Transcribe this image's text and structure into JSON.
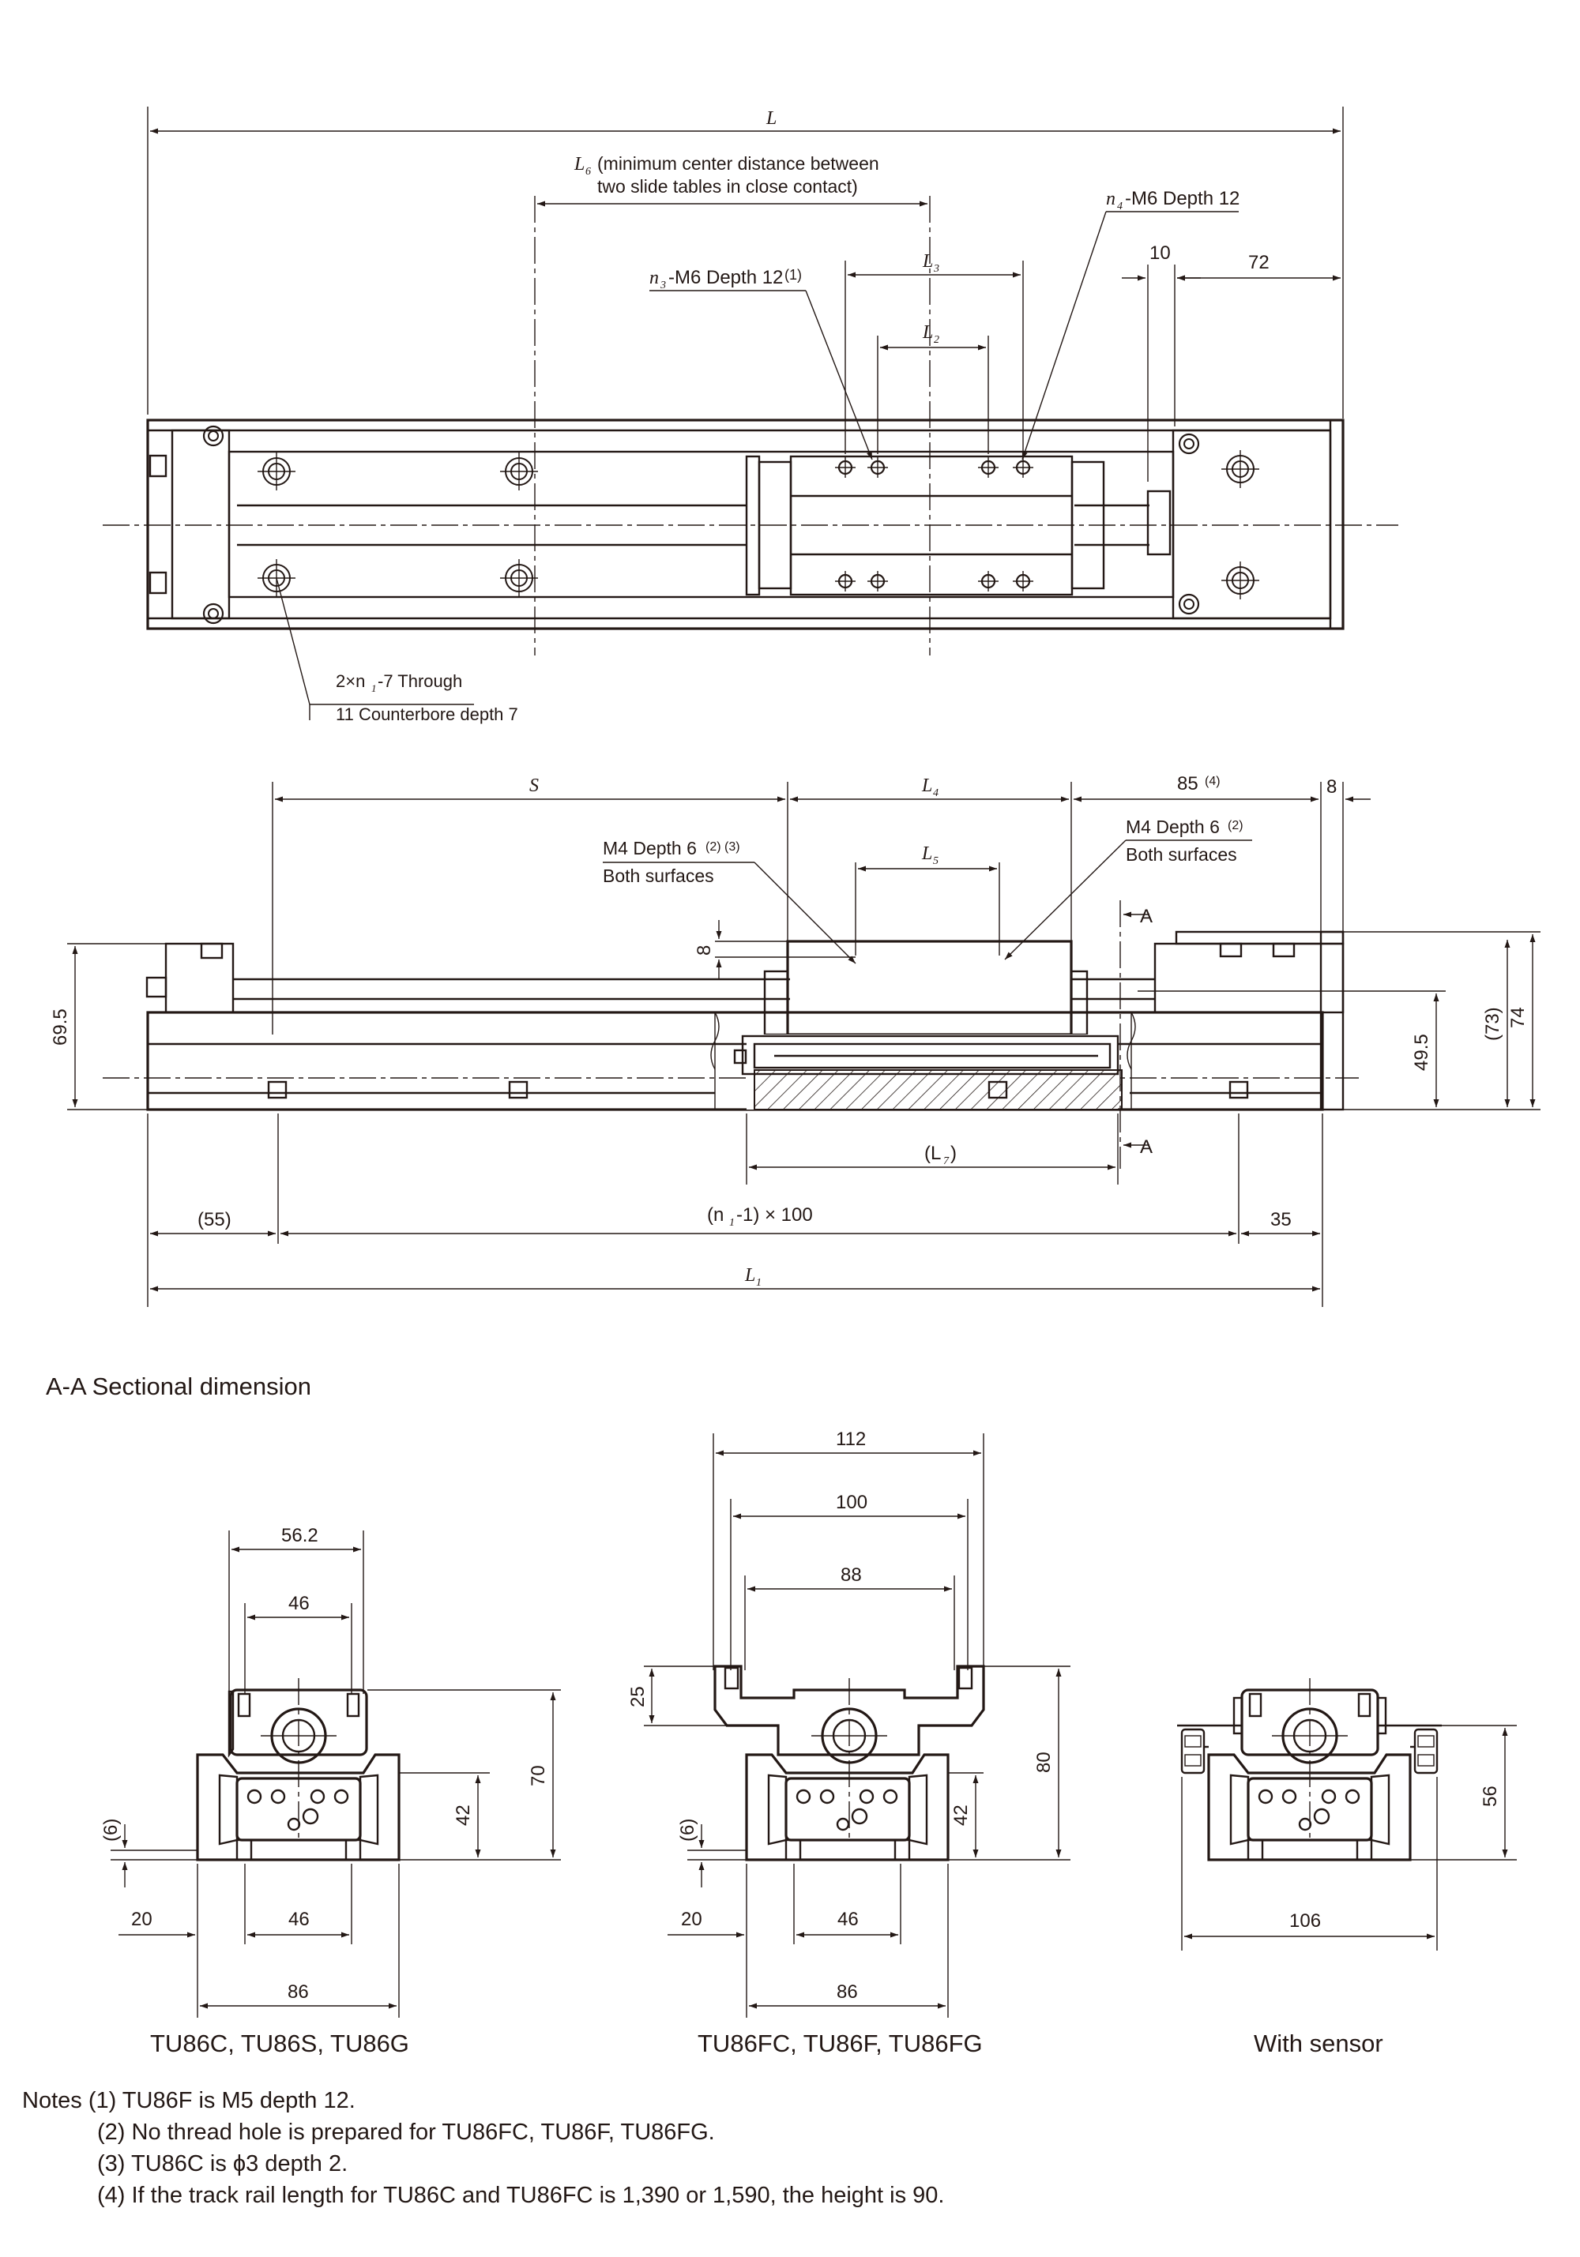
{
  "top_view": {
    "L": "L",
    "L6": "L",
    "L6_sub": "6",
    "L6_note_1": "(minimum center distance between",
    "L6_note_2": "two slide tables in close contact)",
    "n4_label": "-M6 Depth 12",
    "n3_label": "-M6 Depth 12",
    "n3_note": "(1)",
    "L3": "L",
    "L3_sub": "3",
    "L2": "L",
    "L2_sub": "2",
    "d10": "10",
    "d72": "72",
    "hole_label_1": "2×n",
    "hole_label_1b": "-7 Through",
    "hole_label_2": "11 Counterbore depth 7",
    "n": "n",
    "n1_sub": "1",
    "n3_sub": "3",
    "n4_sub": "4"
  },
  "side_view": {
    "S": "S",
    "L4": "L",
    "L4_sub": "4",
    "d85": "85",
    "d85_note": "(4)",
    "d8_top": "8",
    "m4_left": "M4 Depth 6",
    "m4_left_note": "(2) (3)",
    "both_left": "Both surfaces",
    "m4_right": "M4 Depth 6",
    "m4_right_note": "(2)",
    "both_right": "Both surfaces",
    "L5": "L",
    "L5_sub": "5",
    "A_top": "A",
    "A_bottom": "A",
    "d8_side": "8",
    "d69_5": "69.5",
    "d49_5": "49.5",
    "d73": "(73)",
    "d74": "74",
    "L7": "(L",
    "L7_sub": "7",
    "L7_close": ")",
    "d55": "(55)",
    "pitch_open": "(n",
    "pitch_sub": "1",
    "pitch_rest": "-1) × 100",
    "d35": "35",
    "L1": "L",
    "L1_sub": "1"
  },
  "section": {
    "title": "A-A Sectional dimension",
    "left": {
      "d56_2": "56.2",
      "d46_top": "46",
      "d70": "70",
      "d42": "42",
      "d6": "(6)",
      "d20": "20",
      "d46_bot": "46",
      "d86": "86",
      "caption": "TU86C, TU86S, TU86G"
    },
    "middle": {
      "d112": "112",
      "d100": "100",
      "d88": "88",
      "d25": "25",
      "d80": "80",
      "d42": "42",
      "d6": "(6)",
      "d20": "20",
      "d46": "46",
      "d86": "86",
      "caption": "TU86FC, TU86F, TU86FG"
    },
    "right": {
      "d56": "56",
      "d106": "106",
      "caption": "With sensor"
    }
  },
  "notes": [
    "Notes (1) TU86F is M5 depth 12.",
    "(2) No thread hole is prepared for TU86FC, TU86F, TU86FG.",
    "(3) TU86C is ϕ3 depth 2.",
    "(4) If the track rail length for TU86C and TU86FC is 1,390 or 1,590, the height is 90."
  ]
}
